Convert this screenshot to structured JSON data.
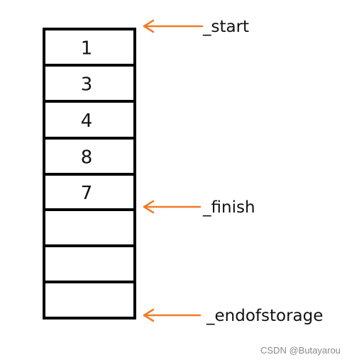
{
  "colors": {
    "cell_border": "#000000",
    "arrow": "#f07c28",
    "text": "#111111",
    "watermark": "#8a8a8a"
  },
  "cells": [
    "1",
    "3",
    "4",
    "8",
    "7",
    "",
    "",
    ""
  ],
  "pointers": [
    {
      "label": "_start",
      "cell_index": 0
    },
    {
      "label": "_finish",
      "cell_index": 5
    },
    {
      "label": "_endofstorage",
      "cell_index": 8
    }
  ],
  "watermark": "CSDN @Butayarou"
}
